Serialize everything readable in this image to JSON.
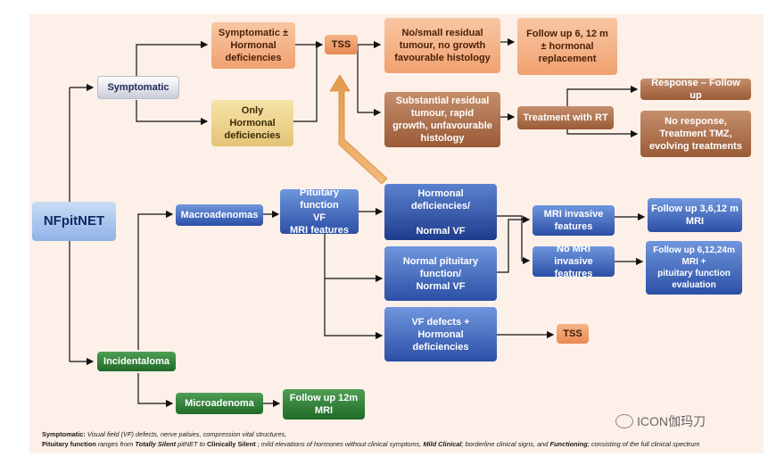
{
  "nodes": {
    "root": "NFpitNET",
    "symptomatic": "Symptomatic",
    "sym_hormonal": "Symptomatic ±\nHormonal\ndeficiencies",
    "tss_top": "TSS",
    "no_small_residual": "No/small residual\ntumour, no growth\nfavourable histology",
    "follow_up_6_12": "Follow up  6, 12 m\n± hormonal\nreplacement",
    "only_hormonal": "Only\nHormonal\ndeficiencies",
    "substantial_residual": "Substantial residual\ntumour, rapid\ngrowth, unfavourable\nhistology",
    "treatment_rt": "Treatment with RT",
    "response_follow_up": "Response – Follow up",
    "no_response": "No response,\nTreatment TMZ,\nevolving treatments",
    "macroadenomas": "Macroadenomas",
    "pit_function": "Pituitary function\nVF\nMRI features",
    "hormonal_def_normal_vf": "Hormonal deficiencies/\n\nNormal  VF",
    "mri_invasive": "MRI invasive\nfeatures",
    "follow_up_3_6_12": "Follow up 3,6,12 m\nMRI",
    "normal_pit_function": "Normal pituitary\nfunction/\nNormal VF",
    "no_mri_invasive": "No MRI invasive\nfeatures",
    "follow_up_6_12_24": "Follow up 6,12,24m\nMRI +\npituitary function\nevaluation",
    "vf_defects": "VF defects + Hormonal\ndeficiencies",
    "tss_bottom": "TSS",
    "incidentaloma": "Incidentaloma",
    "microadenoma": "Microadenoma",
    "follow_up_12m": "Follow up 12m\nMRI"
  },
  "footnote": {
    "line1_label": "Symptomatic:",
    "line1_text": " Visual field (VF) defects,  nerve palsies, compression vital structures,",
    "line2_label": "Pituitary function",
    "line2_a": " ranges from ",
    "line2_b": "Totally Silent",
    "line2_c": " pitNET to ",
    "line2_d": "Clinically Silent",
    "line2_e": " ; mild elevations of hormones  without clinical symptoms, ",
    "line2_f": "Mild Clinical",
    "line2_g": ";  borderline  clinical signs, and ",
    "line2_h": "Functioning",
    "line2_i": "; consisting of the full clinical spectrum"
  },
  "watermark": "ICON伽玛刀",
  "colors": {
    "panel": "#fdf0e8",
    "orange": "#f0a170",
    "brown": "#9a5a36",
    "tan": "#e3c477",
    "blue": "#2b4fa6",
    "green": "#1f6a27",
    "big_arrow": "#e9a65a"
  }
}
